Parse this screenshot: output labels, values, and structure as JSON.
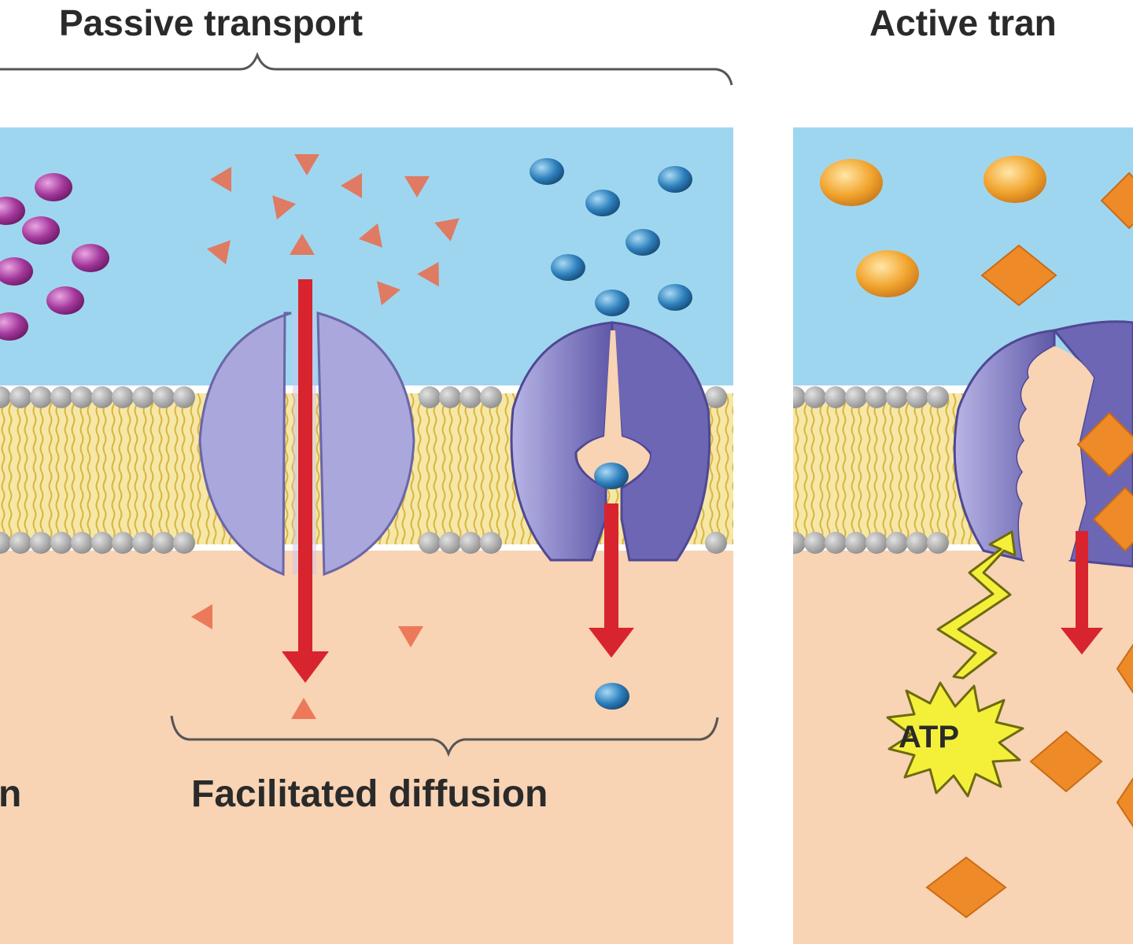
{
  "headings": {
    "passive": "Passive transport",
    "active": "Active tran",
    "simple_fragment": "n",
    "facilitated": "Facilitated diffusion",
    "atp": "ATP"
  },
  "colors": {
    "extracellular": "#9fd6ef",
    "cytoplasm": "#f8d3b4",
    "phospholipid_head": "#a9a9a9",
    "lipid_tail": "#e2c453",
    "channel_protein": "#a9a7dc",
    "carrier_protein": "#7e78c4",
    "arrow": "#d8242e",
    "purple_molecule": "#a4389c",
    "pink_molecule": "#ea6a4a",
    "blue_molecule": "#2e80bd",
    "orange_molecule": "#f2a52f",
    "diamond_molecule": "#ee8a28",
    "atp_burst": "#f4f03a"
  },
  "icons": [
    "purple-solute-molecule",
    "pink-solute-molecule",
    "blue-solute-molecule",
    "orange-solute-molecule",
    "diamond-solute-molecule",
    "energy-bolt",
    "atp-burst"
  ]
}
